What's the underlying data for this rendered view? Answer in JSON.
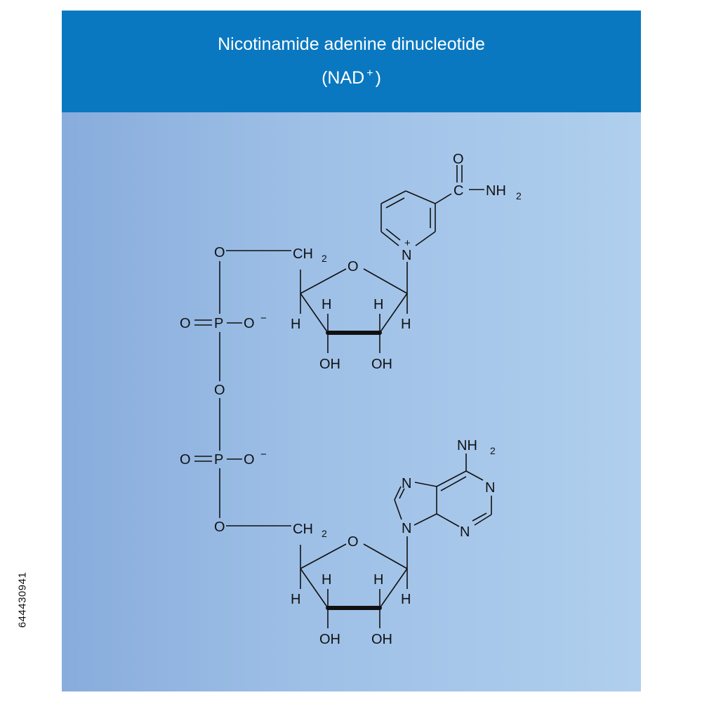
{
  "header": {
    "title": "Nicotinamide adenine dinucleotide",
    "subtitle": "(NAD",
    "subtitle_charge": "+",
    "subtitle_close": ")"
  },
  "colors": {
    "header_bg": "#0a78c0",
    "panel_gradient_start": "#88acdc",
    "panel_gradient_end": "#b0cfee",
    "structure": "#111111"
  },
  "structure": {
    "amide": {
      "oxygen": "O",
      "carbon": "C",
      "amine": "NH",
      "amine_sub": "2"
    },
    "nicotinamide_ring": {
      "nitrogen": "N",
      "charge": "+"
    },
    "upper_ribose": {
      "ch2": "CH",
      "ch2_sub": "2",
      "ring_oxygen": "O",
      "h_left": "H",
      "h_mid_left": "H",
      "h_mid_right": "H",
      "h_right": "H",
      "oh_left": "OH",
      "oh_right": "OH"
    },
    "upper_phosphate": {
      "bridge_oxygen": "O",
      "oxygen_double": "O",
      "phosphorus": "P",
      "oxygen_anion": "O",
      "charge": "−"
    },
    "pyrophosphate_oxygen": "O",
    "lower_phosphate": {
      "bridge_oxygen": "O",
      "oxygen_double": "O",
      "phosphorus": "P",
      "oxygen_anion": "O",
      "charge": "−"
    },
    "adenine": {
      "amine": "NH",
      "amine_sub": "2",
      "n1": "N",
      "n3": "N",
      "n7": "N",
      "n9": "N"
    },
    "lower_ribose": {
      "ch2": "CH",
      "ch2_sub": "2",
      "ring_oxygen": "O",
      "h_left": "H",
      "h_mid_left": "H",
      "h_mid_right": "H",
      "h_right": "H",
      "oh_left": "OH",
      "oh_right": "OH"
    }
  },
  "stock_id": "644430941"
}
